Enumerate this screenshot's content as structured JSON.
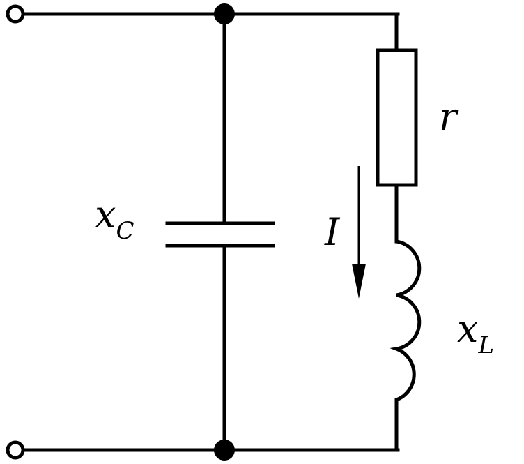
{
  "diagram": {
    "type": "circuit-schematic",
    "components": {
      "capacitor": {
        "symbol": "x",
        "subscript": "C"
      },
      "resistor": {
        "symbol": "r"
      },
      "inductor": {
        "symbol": "x",
        "subscript": "L"
      },
      "current": {
        "symbol": "I",
        "direction": "down"
      }
    },
    "terminals": 2,
    "junctions": 2
  }
}
